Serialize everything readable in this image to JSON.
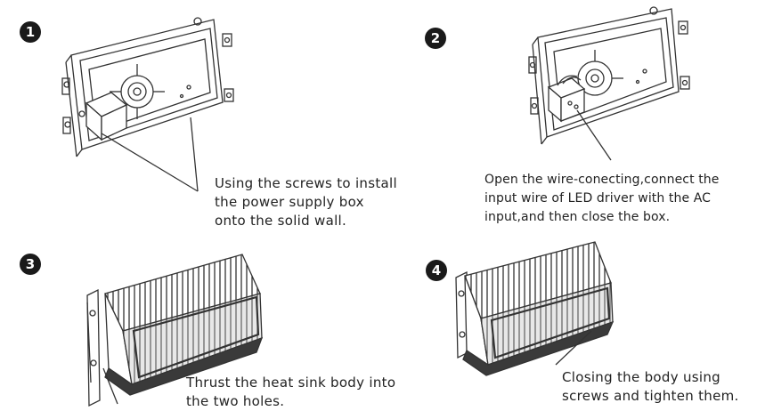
{
  "steps": [
    {
      "number": "1",
      "caption_lines": [
        "Using the screws to install",
        "the power supply box",
        "onto the solid wall."
      ]
    },
    {
      "number": "2",
      "caption_lines": [
        "Open the wire-conecting,connect the",
        "input wire of LED driver with the AC",
        "input,and then close the box."
      ]
    },
    {
      "number": "3",
      "caption_lines": [
        "Thrust the heat sink body into",
        "the two holes."
      ]
    },
    {
      "number": "4",
      "caption_lines": [
        "Closing the body using",
        "screws and tighten them."
      ]
    }
  ],
  "colors": {
    "line": "#333333",
    "badge": "#1a1a1a",
    "text": "#222222"
  }
}
